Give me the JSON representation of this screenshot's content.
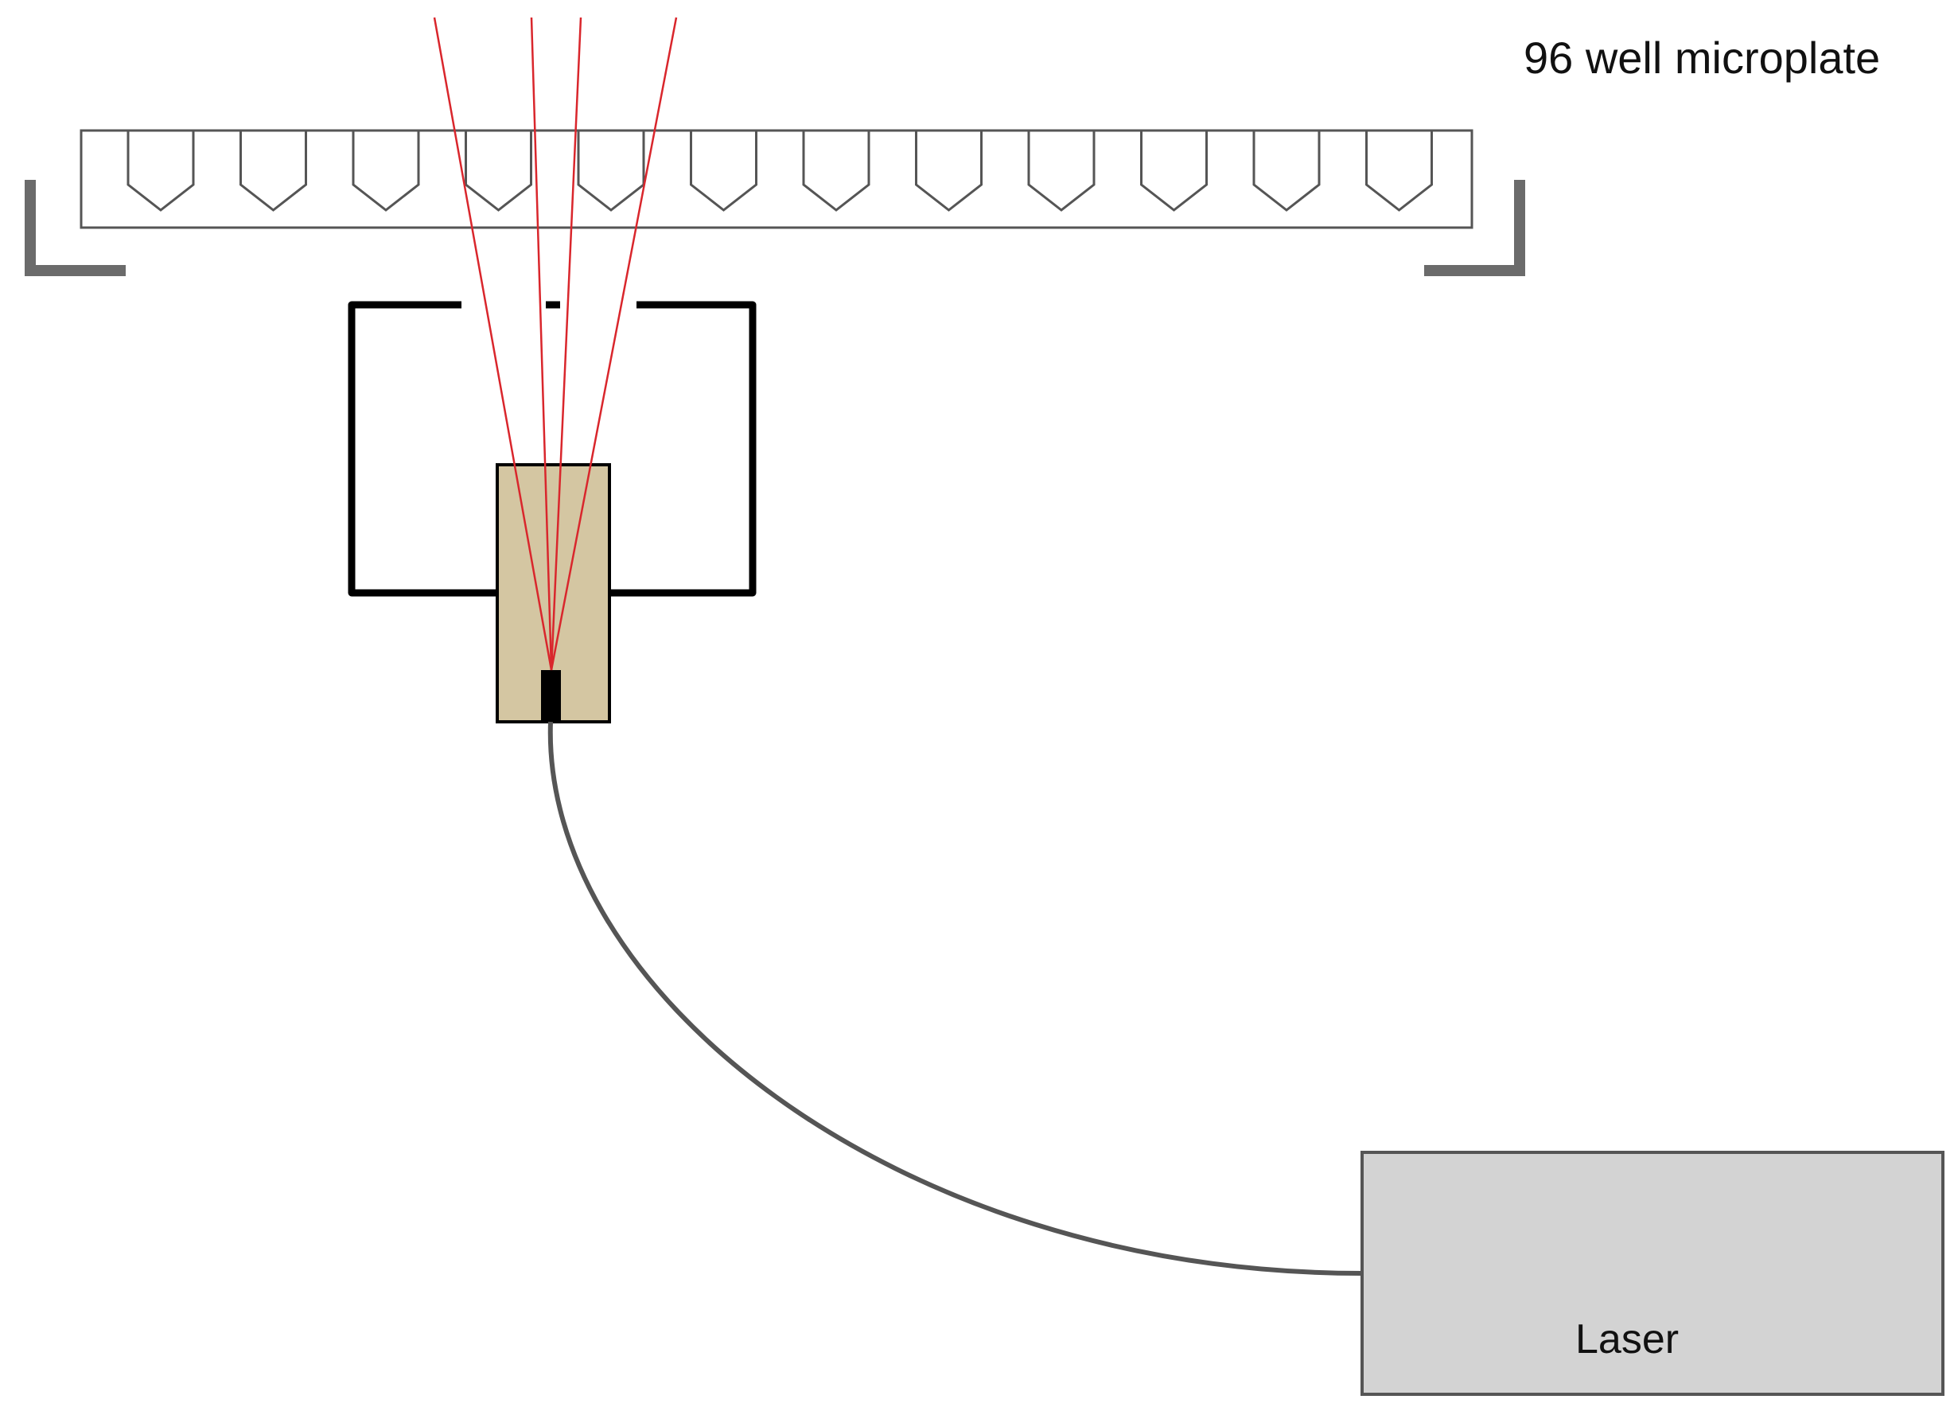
{
  "labels": {
    "microplate": "96 well microplate",
    "laser": "Laser"
  },
  "wells": {
    "count": 12
  },
  "beams": {
    "count": 4
  },
  "colors": {
    "background": "#ffffff",
    "outline": "#000000",
    "plate_outline": "#555555",
    "bracket": "#6b6b6b",
    "probe_fill": "#d4c6a2",
    "probe_tip": "#000000",
    "beam": "#d9262c",
    "fiber": "#555555",
    "laser_fill": "#d3d3d3",
    "laser_outline": "#555555"
  }
}
